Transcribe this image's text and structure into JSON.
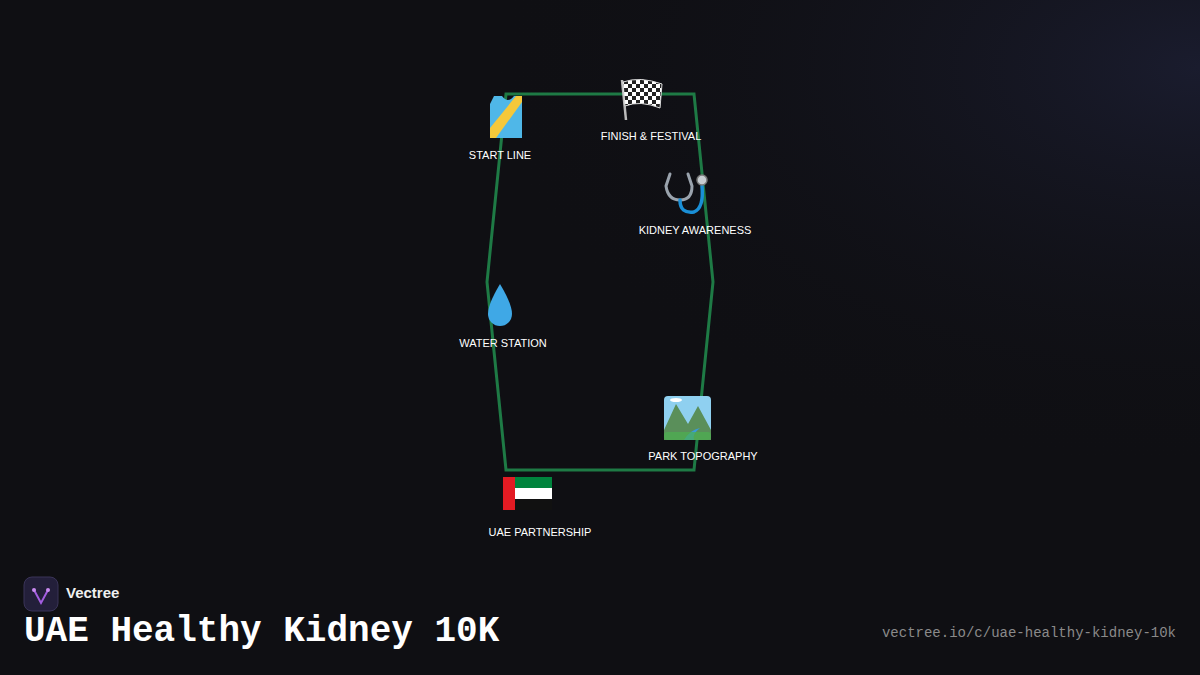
{
  "diagram": {
    "title": "UAE Healthy Kidney 10K",
    "labels": [
      "START LINE",
      "FINISH & FESTIVAL",
      "KIDNEY AWARENESS",
      "WATER STATION",
      "PARK TOPOGRAPHY",
      "UAE PARTNERSHIP",
      "Vectree",
      "vectree.io/c/uae-healthy-kidney-10k"
    ]
  }
}
